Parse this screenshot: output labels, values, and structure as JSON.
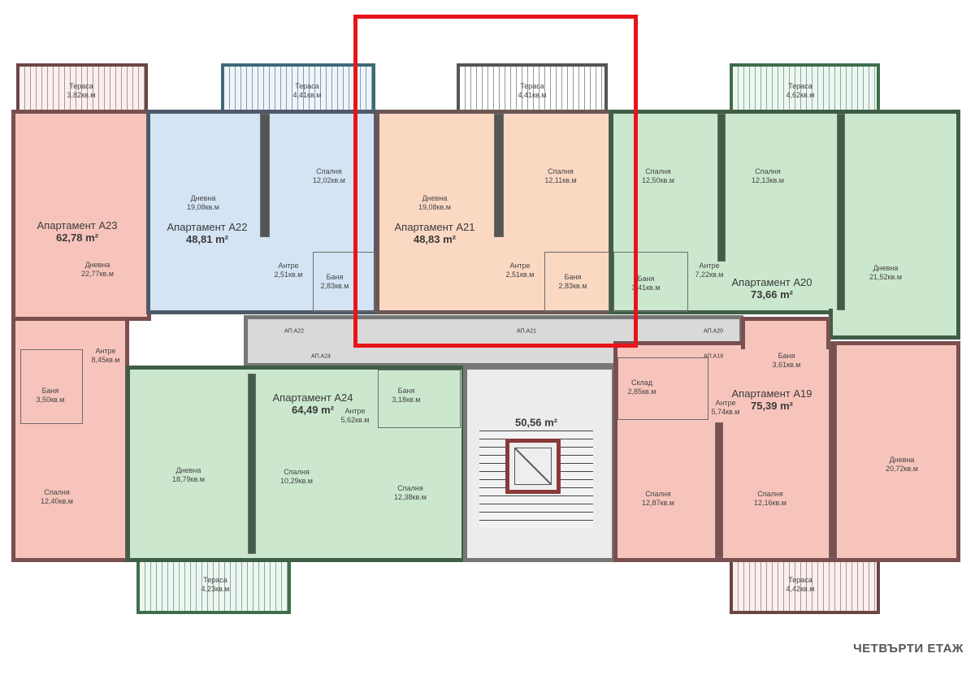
{
  "floor_title": "ЧЕТВЪРТИ ЕТАЖ",
  "colors": {
    "highlight": "#e8141c",
    "a23": "#f7c4bb",
    "a22": "#d4e4f4",
    "a21": "#fbd8c2",
    "a20": "#cbe8cf",
    "a24": "#cbe8cf",
    "a19": "#f7c4bb",
    "common": "#d9d9d9"
  },
  "highlighted_apartment": "A21",
  "apartments": {
    "a23": {
      "title": "Апартамент A23",
      "area": "62,78 m²",
      "rooms": [
        {
          "name": "Тераса",
          "area": "3,82кв.м"
        },
        {
          "name": "Дневна",
          "area": "22,77кв.м"
        },
        {
          "name": "Антре",
          "area": "8,45кв.м"
        },
        {
          "name": "Баня",
          "area": "3,50кв.м"
        },
        {
          "name": "Спалня",
          "area": "12,40кв.м"
        }
      ]
    },
    "a22": {
      "title": "Апартамент A22",
      "area": "48,81 m²",
      "rooms": [
        {
          "name": "Тераса",
          "area": "4,41кв.м"
        },
        {
          "name": "Дневна",
          "area": "19,08кв.м"
        },
        {
          "name": "Спалня",
          "area": "12,02кв.м"
        },
        {
          "name": "Антре",
          "area": "2,51кв.м"
        },
        {
          "name": "Баня",
          "area": "2,83кв.м"
        }
      ]
    },
    "a21": {
      "title": "Апартамент A21",
      "area": "48,83 m²",
      "rooms": [
        {
          "name": "Тераса",
          "area": "4,41кв.м"
        },
        {
          "name": "Дневна",
          "area": "19,08кв.м"
        },
        {
          "name": "Спалня",
          "area": "12,11кв.м"
        },
        {
          "name": "Антре",
          "area": "2,51кв.м"
        },
        {
          "name": "Баня",
          "area": "2,83кв.м"
        }
      ]
    },
    "a20": {
      "title": "Апартамент A20",
      "area": "73,66 m²",
      "rooms": [
        {
          "name": "Тераса",
          "area": "4,62кв.м"
        },
        {
          "name": "Спалня",
          "area": "12,50кв.м"
        },
        {
          "name": "Спалня",
          "area": "12,13кв.м"
        },
        {
          "name": "Баня",
          "area": "3,41кв.м"
        },
        {
          "name": "Антре",
          "area": "7,22кв.м"
        },
        {
          "name": "Дневна",
          "area": "21,52кв.м"
        }
      ]
    },
    "a24": {
      "title": "Апартамент A24",
      "area": "64,49 m²",
      "rooms": [
        {
          "name": "Баня",
          "area": "3,18кв.м"
        },
        {
          "name": "Антре",
          "area": "5,62кв.м"
        },
        {
          "name": "Дневна",
          "area": "18,79кв.м"
        },
        {
          "name": "Спалня",
          "area": "10,29кв.м"
        },
        {
          "name": "Спалня",
          "area": "12,38кв.м"
        },
        {
          "name": "Тераса",
          "area": "4,23кв.м"
        }
      ]
    },
    "a19": {
      "title": "Апартамент A19",
      "area": "75,39 m²",
      "rooms": [
        {
          "name": "Баня",
          "area": "3,61кв.м"
        },
        {
          "name": "Склад",
          "area": "2,85кв.м"
        },
        {
          "name": "Антре",
          "area": "5,74кв.м"
        },
        {
          "name": "Дневна",
          "area": "20,72кв.м"
        },
        {
          "name": "Спалня",
          "area": "12,87кв.м"
        },
        {
          "name": "Спалня",
          "area": "12,16кв.м"
        },
        {
          "name": "Тераса",
          "area": "4,42кв.м"
        }
      ]
    }
  },
  "common_area": {
    "area": "50,56 m²"
  },
  "entrance_labels": [
    "АП.A22",
    "АП.A21",
    "АП.A20",
    "АП.A24",
    "АП.A19"
  ]
}
